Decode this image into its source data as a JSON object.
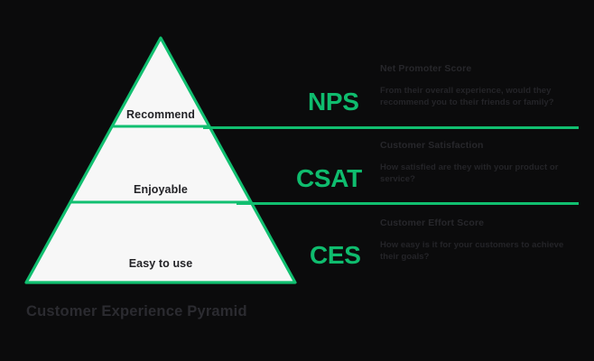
{
  "title": "Customer Experience Pyramid",
  "colors": {
    "background": "#0b0b0c",
    "accent_green": "#11bf70",
    "acronym_green": "#0fbc6e",
    "pyramid_fill": "#f7f7f7",
    "text_dark": "#27272b"
  },
  "pyramid": {
    "tiers": [
      {
        "label": "Recommend",
        "position": "top"
      },
      {
        "label": "Enjoyable",
        "position": "middle"
      },
      {
        "label": "Easy to use",
        "position": "bottom"
      }
    ]
  },
  "metrics": [
    {
      "acronym": "NPS",
      "title": "Net Promoter Score",
      "description": "From their overall experience, would they recommend you to their friends or family?"
    },
    {
      "acronym": "CSAT",
      "title": "Customer Satisfaction",
      "description": "How satisfied are they with your product or service?"
    },
    {
      "acronym": "CES",
      "title": "Customer Effort Score",
      "description": "How easy is it for your customers to achieve their goals?"
    }
  ],
  "chart_data": {
    "type": "pyramid",
    "title": "Customer Experience Pyramid",
    "levels": [
      {
        "name": "Recommend",
        "tier": 1,
        "metric": "NPS",
        "metric_title": "Net Promoter Score",
        "question": "From their overall experience, would they recommend you to their friends or family?"
      },
      {
        "name": "Enjoyable",
        "tier": 2,
        "metric": "CSAT",
        "metric_title": "Customer Satisfaction",
        "question": "How satisfied are they with your product or service?"
      },
      {
        "name": "Easy to use",
        "tier": 3,
        "metric": "CES",
        "metric_title": "Customer Effort Score",
        "question": "How easy is it for your customers to achieve their goals?"
      }
    ],
    "orientation": "apex-up",
    "legend": "none",
    "grid": false
  }
}
